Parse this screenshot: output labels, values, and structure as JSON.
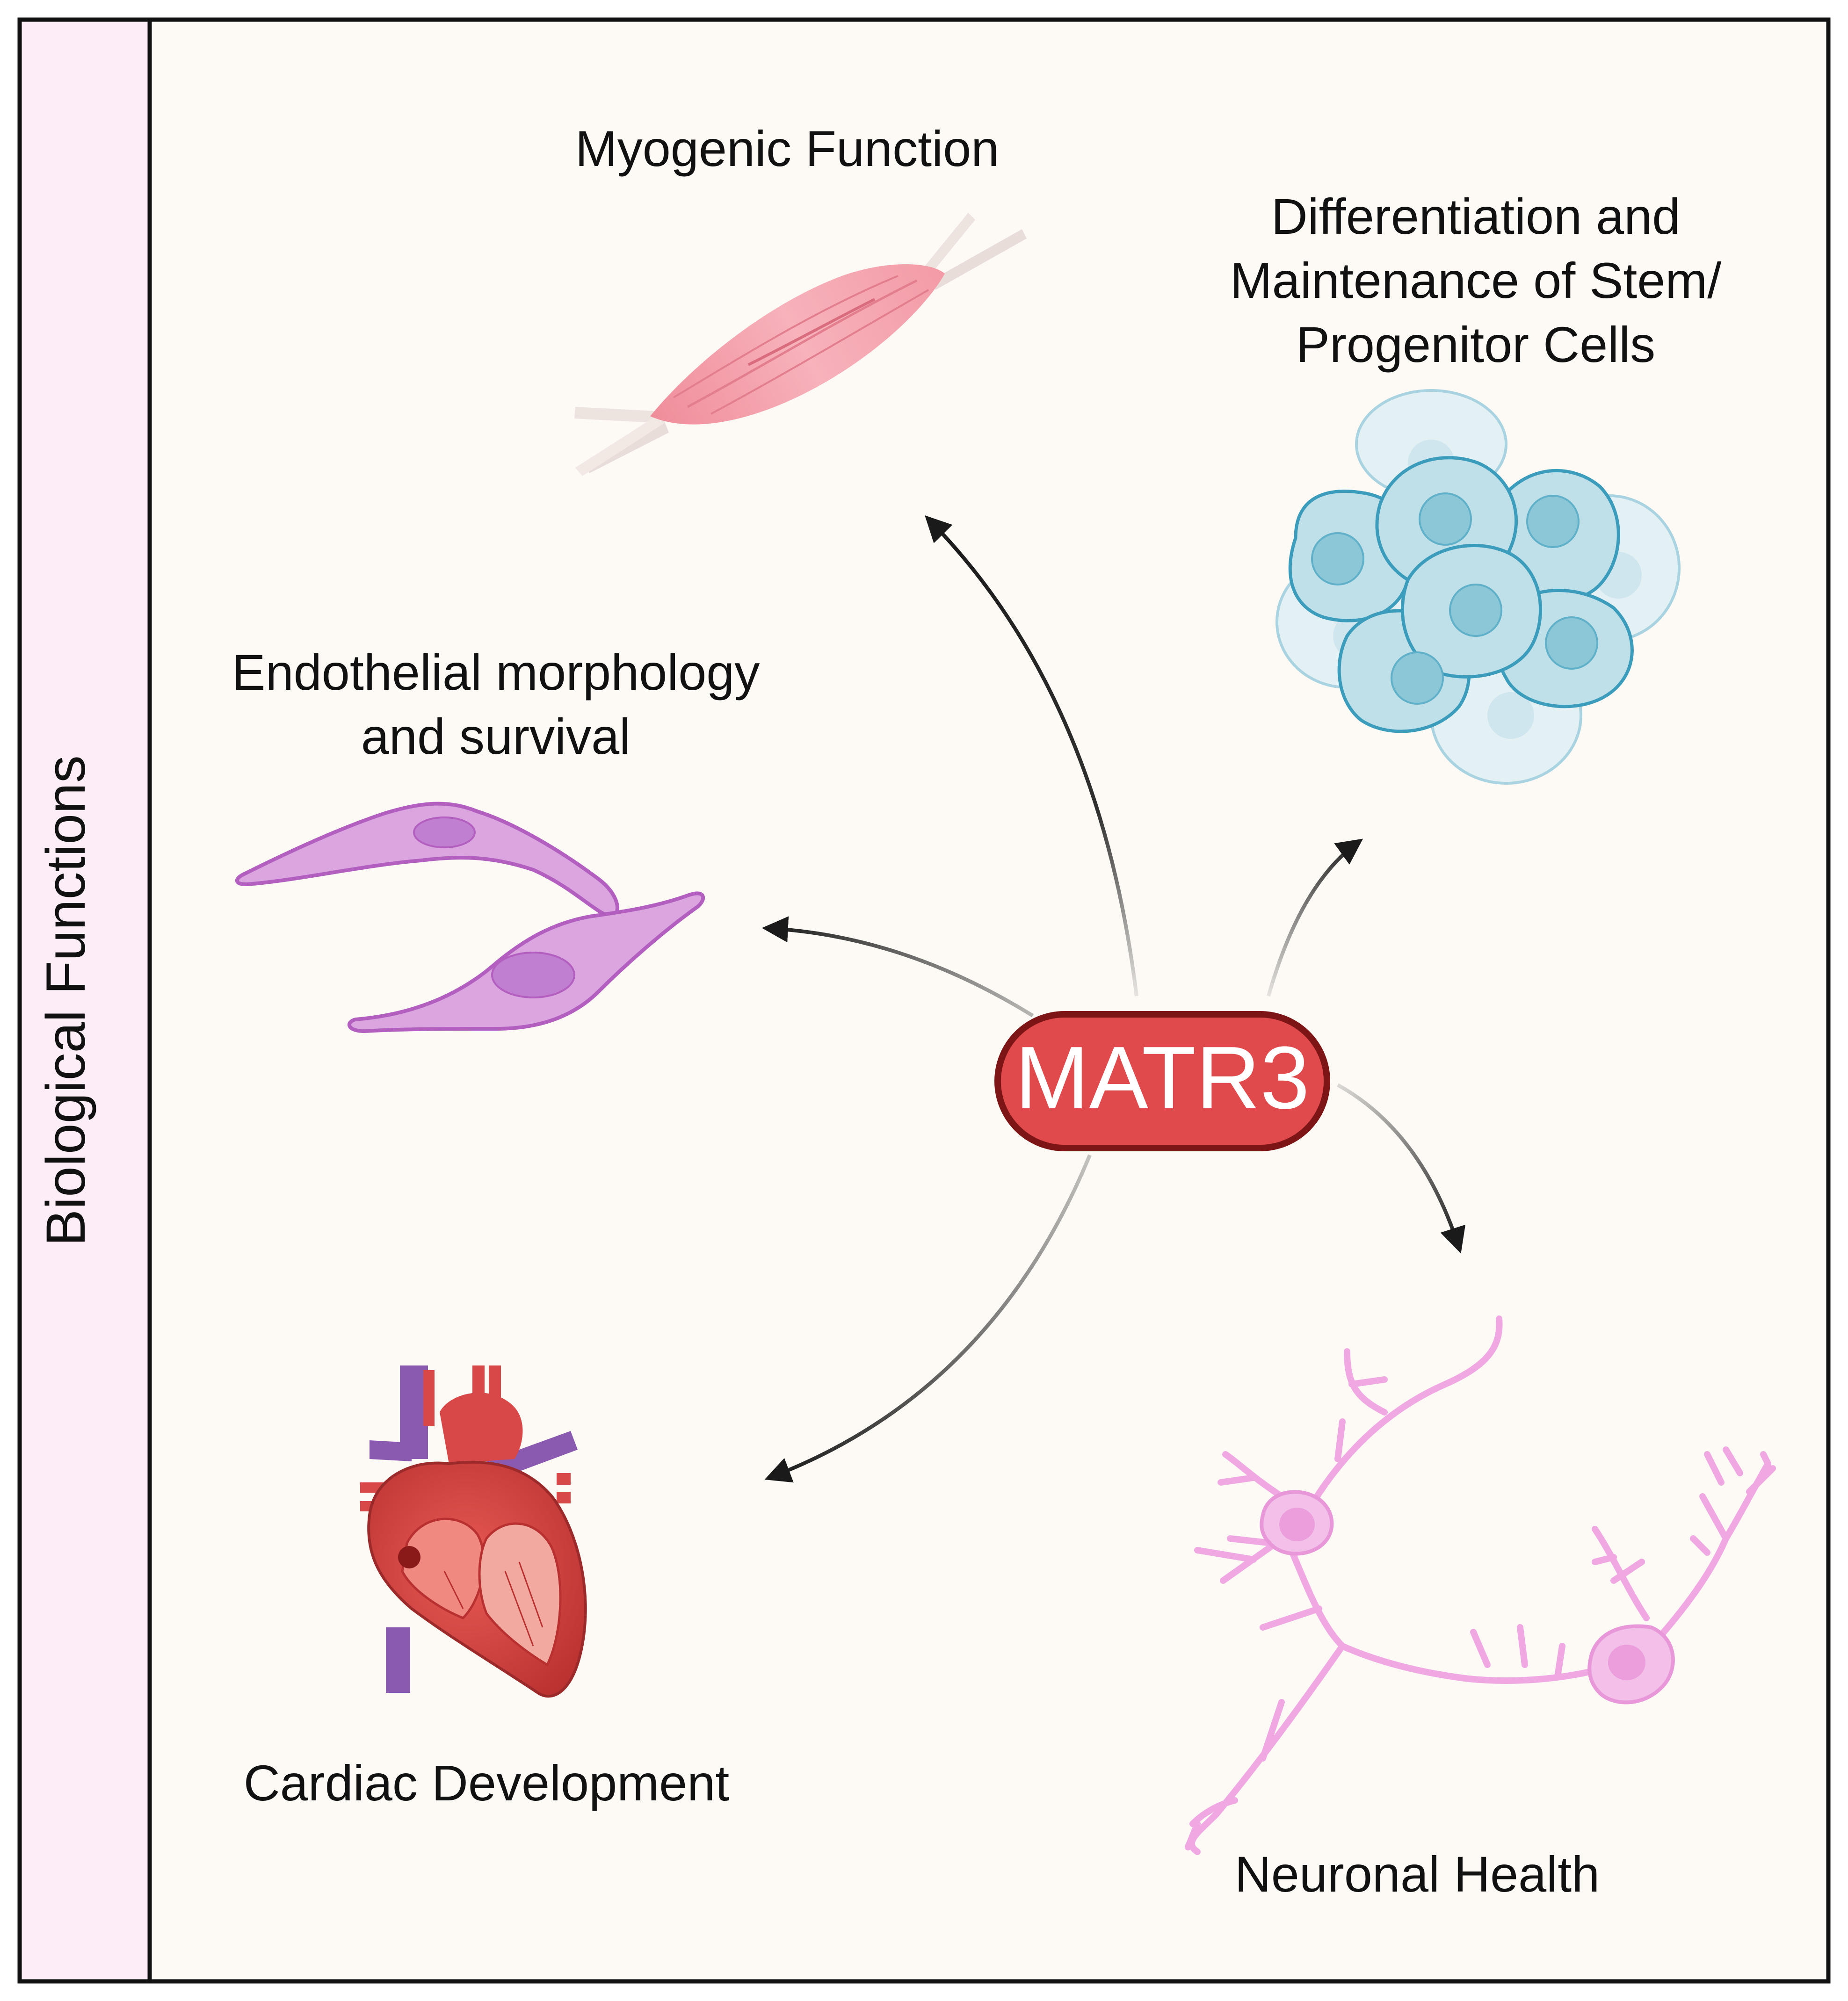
{
  "sidebar": {
    "title": "Biological Functions"
  },
  "center": {
    "label": "MATR3"
  },
  "nodes": {
    "myogenic": {
      "label": "Myogenic Function",
      "icon": "muscle-icon"
    },
    "stem": {
      "label_lines": [
        "Differentiation and",
        "Maintenance of Stem/",
        "Progenitor Cells"
      ],
      "icon": "stem-cell-cluster-icon"
    },
    "endothelial": {
      "label_lines": [
        "Endothelial morphology",
        "and survival"
      ],
      "icon": "endothelial-cell-icon"
    },
    "cardiac": {
      "label": "Cardiac Development",
      "icon": "heart-icon"
    },
    "neuronal": {
      "label": "Neuronal Health",
      "icon": "neuron-icon"
    }
  },
  "colors": {
    "panel_bg": "#fdfaf6",
    "sidebar_bg": "#fcedf6",
    "border": "#111111",
    "pill_fill": "#e04a4c",
    "pill_border": "#7d1416",
    "pill_text": "#ffffff",
    "muscle": "#f4a8b1",
    "stem": "#bfe0e8",
    "stem_border": "#3c9cbc",
    "endothelial": "#dba6e0",
    "endothelial_border": "#b35fc0",
    "neuron": "#f0a8e2",
    "heart": "#d84848",
    "vessel_purple": "#8a5ab0"
  }
}
